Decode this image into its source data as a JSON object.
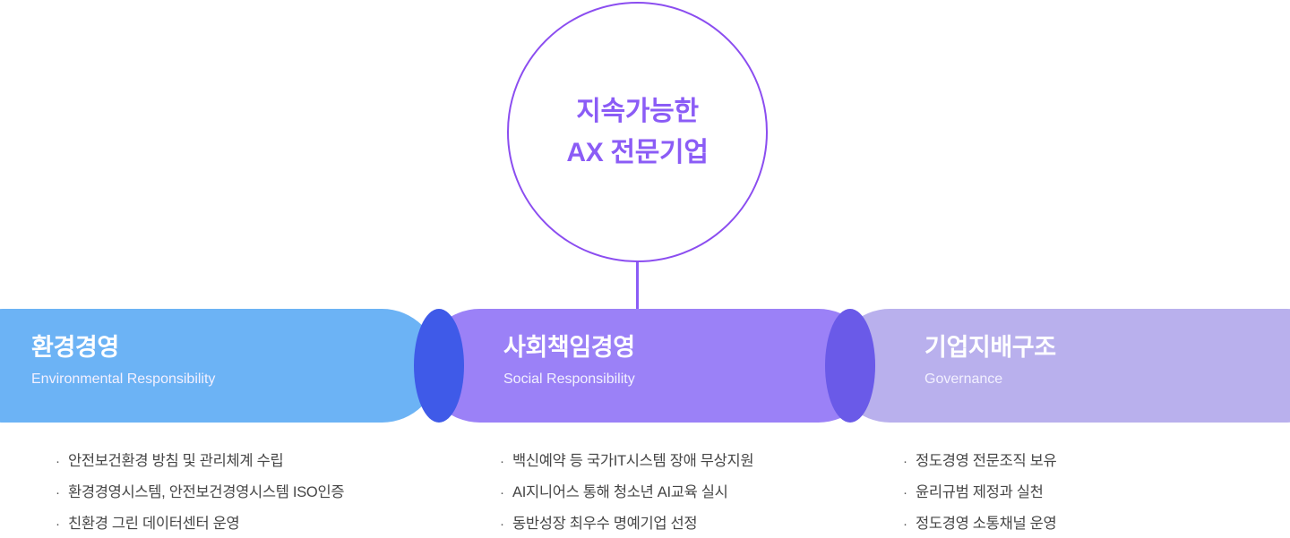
{
  "core": {
    "line1": "지속가능한",
    "line2": "AX 전문기업",
    "accent_color": "#8b5cf6",
    "border_color": "#8b4df0"
  },
  "connector": {
    "color": "#8b5cf6"
  },
  "pillars": [
    {
      "id": "environment",
      "title_kr": "환경경영",
      "title_en": "Environmental Responsibility",
      "color": "#6cb3f5",
      "bullets": [
        "안전보건환경 방침 및 관리체계 수립",
        "환경경영시스템, 안전보건경영시스템 ISO인증",
        "친환경 그린 데이터센터 운영"
      ]
    },
    {
      "id": "social",
      "title_kr": "사회책임경영",
      "title_en": "Social Responsibility",
      "color": "#9b81f7",
      "bullets": [
        "백신예약 등 국가IT시스템 장애 무상지원",
        "AI지니어스 통해 청소년 AI교육 실시",
        "동반성장 최우수 명예기업 선정"
      ]
    },
    {
      "id": "governance",
      "title_kr": "기업지배구조",
      "title_en": "Governance",
      "color": "#b9b0ed",
      "bullets": [
        "정도경영 전문조직 보유",
        "윤리규범 제정과 실천",
        "정도경영 소통채널 운영"
      ]
    }
  ],
  "overlaps": {
    "left_blend_color": "#3f5ae8",
    "right_blend_color": "#6a5ae8"
  },
  "bullet_marker": "·"
}
